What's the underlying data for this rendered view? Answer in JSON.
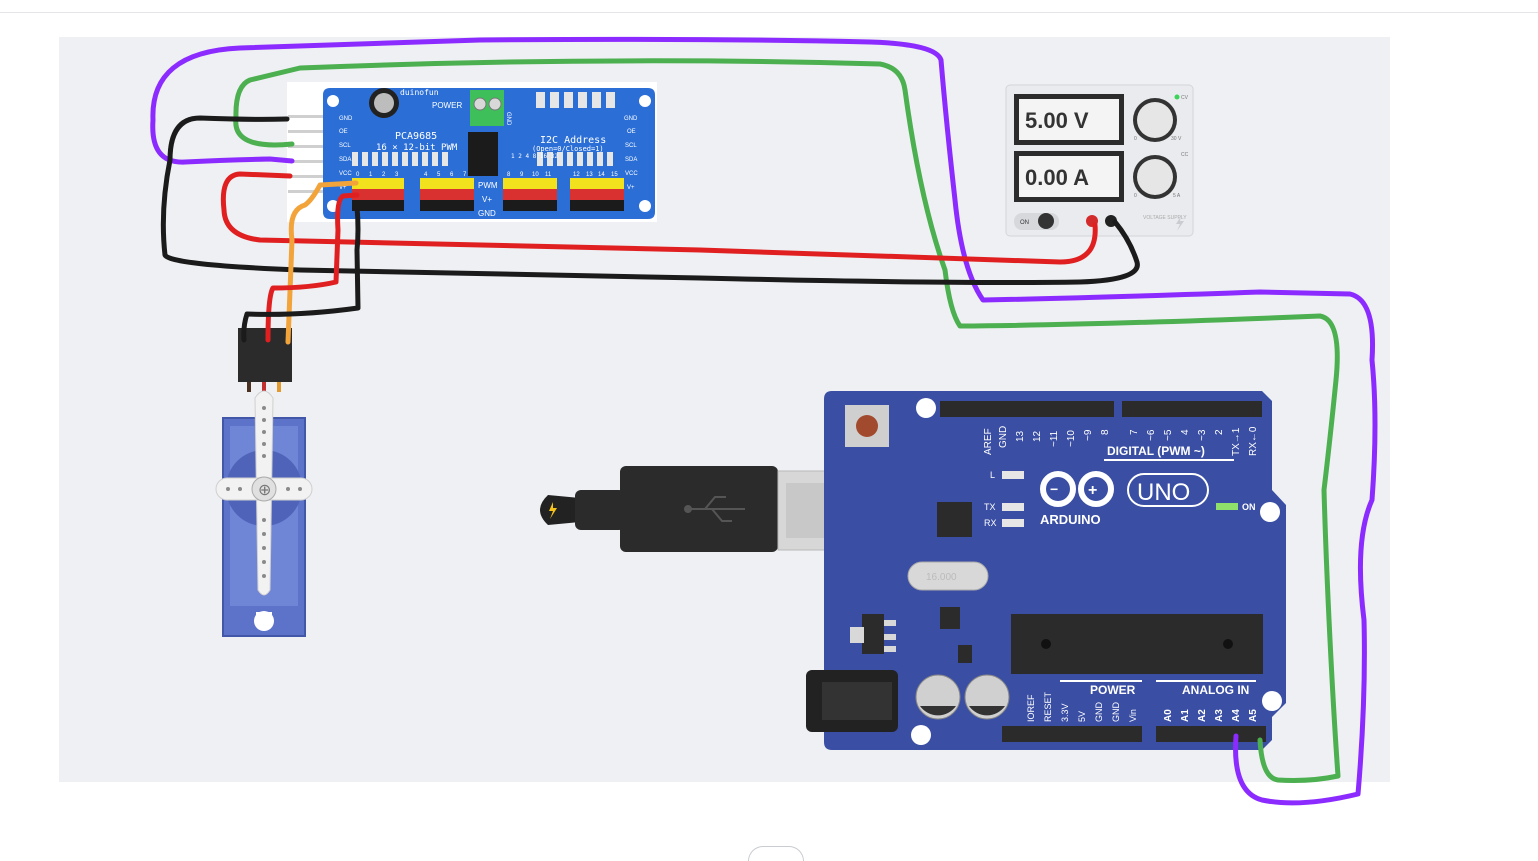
{
  "psu": {
    "voltage": "5.00 V",
    "current": "0.00 A",
    "on_label": "ON",
    "brand": "VOLTAGE SUPPLY",
    "knob1_min": "0",
    "knob1_max": "30 V",
    "knob2_min": "0",
    "knob2_max": "5 A",
    "cv": "CV",
    "cc": "CC"
  },
  "pca": {
    "logo": "duinofun",
    "chip": "PCA9685",
    "subtitle": "16 × 12-bit PWM",
    "power": "POWER",
    "gnd_top": "GND",
    "v_top": "V+",
    "addr_title": "I2C Address",
    "addr_sub": "(Open=0/Closed=1)",
    "addr_pins": "1 2 4 8 16 32",
    "pwm": "PWM",
    "vplus": "V+",
    "gnd": "GND",
    "left_pins": [
      "GND",
      "OE",
      "SCL",
      "SDA",
      "VCC",
      "V+"
    ],
    "right_pins": [
      "GND",
      "OE",
      "SCL",
      "SDA",
      "VCC",
      "V+"
    ],
    "channel_labels": [
      "0",
      "1",
      "2",
      "3",
      "4",
      "5",
      "6",
      "7",
      "8",
      "9",
      "10",
      "11",
      "12",
      "13",
      "14",
      "15"
    ]
  },
  "arduino": {
    "brand": "ARDUINO",
    "model": "UNO",
    "digital_label": "DIGITAL (PWM ~)",
    "digital_pins": [
      "AREF",
      "GND",
      "13",
      "12",
      "~11",
      "~10",
      "~9",
      "8",
      "7",
      "~6",
      "~5",
      "4",
      "~3",
      "2",
      "TX→1",
      "RX←0"
    ],
    "power_label": "POWER",
    "power_pins": [
      "IOREF",
      "RESET",
      "3.3V",
      "5V",
      "GND",
      "GND",
      "Vin"
    ],
    "analog_label": "ANALOG IN",
    "analog_pins": [
      "A0",
      "A1",
      "A2",
      "A3",
      "A4",
      "A5"
    ],
    "led_l": "L",
    "led_tx": "TX",
    "led_rx": "RX",
    "on_label": "ON",
    "crystal": "16.000"
  },
  "colors": {
    "purple_wire": "#8c2bff",
    "green_wire": "#4caf50",
    "red_wire": "#e02020",
    "black_wire": "#1b1b1b",
    "orange_wire": "#f2a33a",
    "board_blue": "#3a4ea3",
    "pca_blue": "#2b6fd6",
    "servo_blue": "#5d73c9"
  },
  "icons": [
    "usb-icon",
    "lightning-icon",
    "servo-horn-icon"
  ]
}
